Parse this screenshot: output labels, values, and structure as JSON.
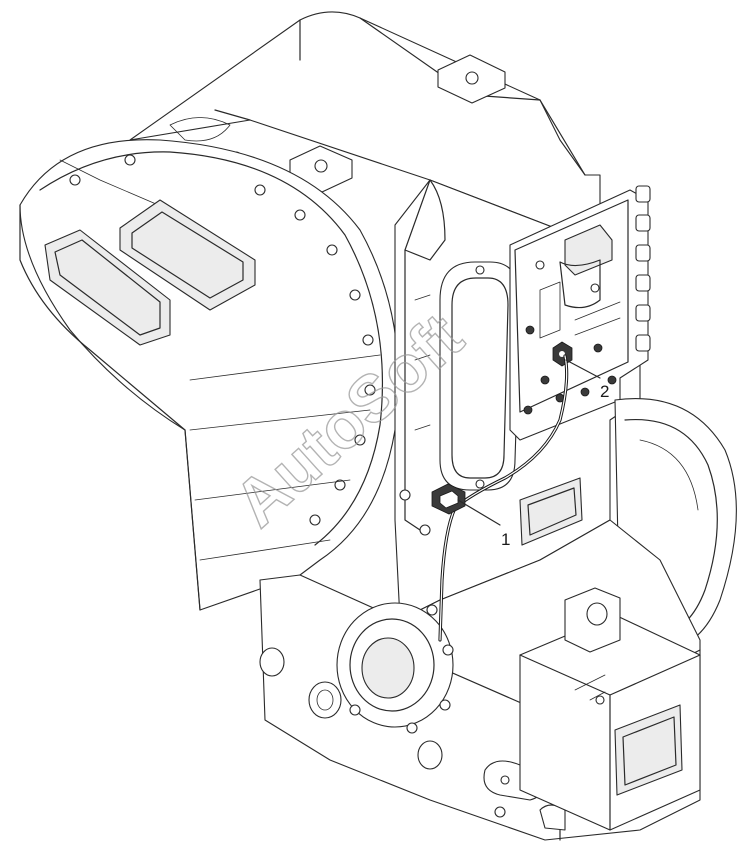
{
  "diagram": {
    "watermark": "AutoSoft",
    "callouts": [
      {
        "id": "1",
        "label": "1"
      },
      {
        "id": "2",
        "label": "2"
      }
    ],
    "colors": {
      "line": "#2a2a2a",
      "shade": "#ececec",
      "watermark": "#9a9a9a"
    }
  }
}
